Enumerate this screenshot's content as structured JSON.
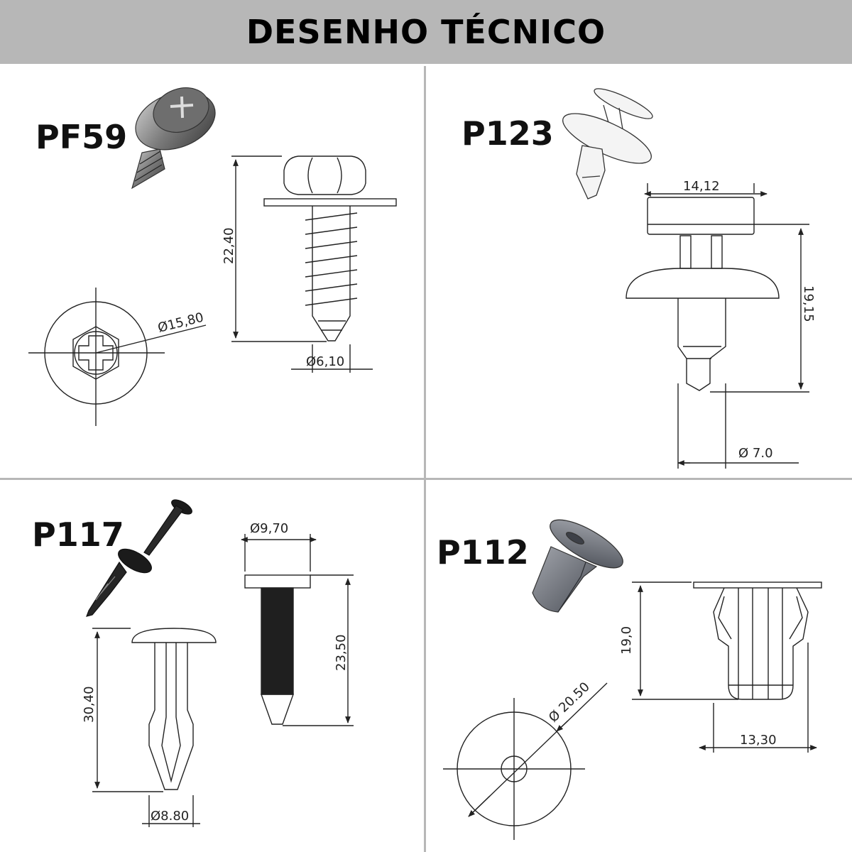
{
  "header": {
    "title": "DESENHO TÉCNICO"
  },
  "parts": [
    {
      "code": "PF59",
      "dims": {
        "height": "22,40",
        "diameter_head": "Ø15,80",
        "diameter_shank": "Ø6,10"
      }
    },
    {
      "code": "P123",
      "dims": {
        "head_width": "14,12",
        "height": "19,15",
        "diameter": "Ø 7.0"
      }
    },
    {
      "code": "P117",
      "dims": {
        "height_body": "30,40",
        "diameter_body": "Ø8.80",
        "diameter_pin": "Ø9,70",
        "height_pin": "23,50"
      }
    },
    {
      "code": "P112",
      "dims": {
        "height": "19,0",
        "width": "13,30",
        "diameter": "Ø 20.50"
      }
    }
  ]
}
